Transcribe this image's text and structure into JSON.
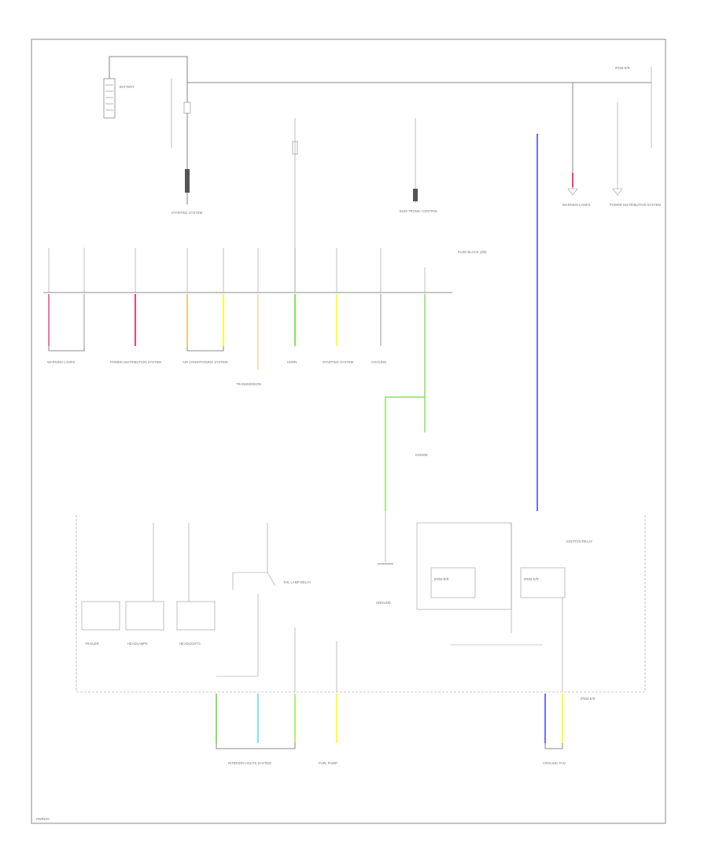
{
  "colors": {
    "frame": "#888888",
    "wire_black": "#555555",
    "wire_pink": "#ff6fa0",
    "wire_red": "#ff3d6a",
    "wire_yellow": "#ffff33",
    "wire_orange": "#f5c870",
    "wire_green": "#8be25a",
    "wire_blue": "#6f6fff",
    "wire_cyan": "#7fe6f0",
    "wire_lightgreen": "#b0f07a"
  },
  "icons": [
    "battery-icon",
    "fuse-icon",
    "relay-switch-icon",
    "ground-icon",
    "connector-icon"
  ],
  "labels": {
    "battery": "BATTERY",
    "starting": "STARTING SYSTEM",
    "top_right_box": "IPDM E/R",
    "relay_left": "IPDM E/R",
    "relay_right": "IPDM E/R",
    "electronic": "ELECTRONIC CONTROL",
    "fusible_link_box": "FUSE BLOCK (J/B)",
    "warning_lamps": "WARNING LAMPS",
    "power_distribution": "POWER DISTRIBUTION SYSTEM",
    "air_conditioning": "AIR CONDITIONING SYSTEM",
    "transmission": "TRANSMISSION",
    "horn": "HORN",
    "starting_sys": "STARTING SYSTEM",
    "cooling": "COOLING",
    "engine": "ENGINE",
    "trailer": "TRAILER",
    "ground": "GROUND",
    "headlamps": "HEADLAMPS",
    "interior_lights": "INTERIOR LIGHTS SYSTEM",
    "headlights": "HEADLIGHTS",
    "fuel_pump": "FUEL PUMP",
    "tail_lamp_relay": "TAIL LAMP RELAY",
    "ignition_relay": "IGNITION RELAY",
    "cooling_fan": "COOLING FAN",
    "side_note": "IPDM E/R",
    "footer": "PWRDIS"
  }
}
